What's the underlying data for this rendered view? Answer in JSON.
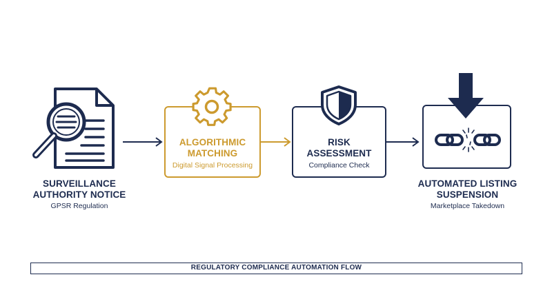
{
  "steps": [
    {
      "title_line1": "SURVEILLANCE",
      "title_line2": "AUTHORITY NOTICE",
      "subtitle": "GPSR Regulation",
      "icon": "magnifier-document-icon"
    },
    {
      "title_line1": "ALGORITHMIC",
      "title_line2": "MATCHING",
      "subtitle": "Digital Signal Processing",
      "icon": "gear-icon"
    },
    {
      "title_line1": "RISK",
      "title_line2": "ASSESSMENT",
      "subtitle": "Compliance Check",
      "icon": "shield-icon"
    },
    {
      "title_line1": "AUTOMATED LISTING",
      "title_line2": "SUSPENSION",
      "subtitle": "Marketplace Takedown",
      "icon": "broken-chain-icon"
    }
  ],
  "footer": {
    "label": "REGULATORY COMPLIANCE AUTOMATION FLOW"
  },
  "colors": {
    "navy": "#1d2b4f",
    "gold": "#cc9a2e"
  }
}
